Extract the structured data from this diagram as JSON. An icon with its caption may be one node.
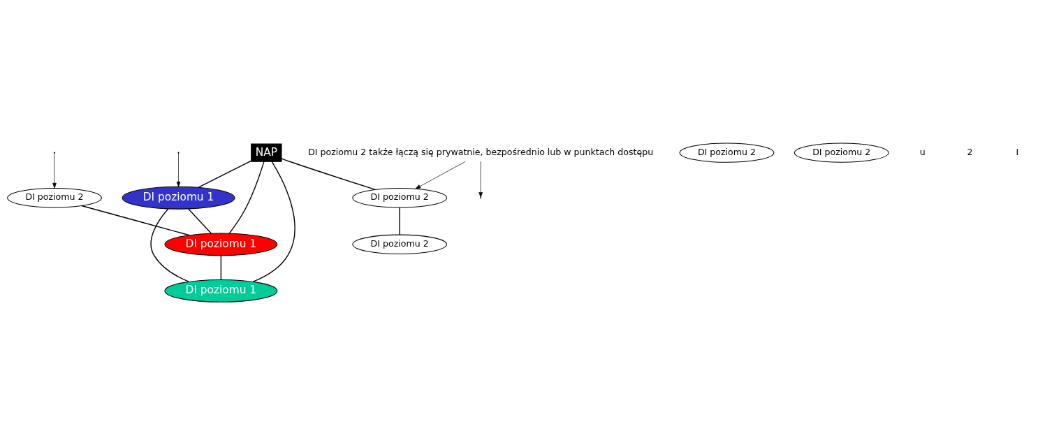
{
  "diagram": {
    "nodes": [
      {
        "text": [
          "DI poziomu 2"
        ]
      },
      {
        "text": [
          "DI poziomu 2"
        ]
      },
      {
        "text": [
          "DI poziomu 1"
        ]
      },
      {
        "text": [
          "NAP"
        ]
      },
      {
        "text": [
          "DI poziomu 1"
        ]
      },
      {
        "text": [
          "DI poziomu 1"
        ]
      },
      {
        "text": [
          "DI poziomu 2"
        ]
      },
      {
        "text": [
          "DI poziomu 2"
        ]
      },
      {
        "text": [
          "DI poziomu 2"
        ]
      },
      {
        "text": [
          "DI poziomu 2 także łączą się prywatnie, bezpośrednio lub w punktach dostępu"
        ]
      }
    ],
    "edges": [
      {
        "from": null,
        "to": 0,
        "arrow": "to"
      },
      {
        "from": null,
        "to": 2,
        "arrow": "to"
      },
      {
        "from": 9,
        "to": 1,
        "arrow": "to"
      },
      {
        "from": 9,
        "to": null,
        "arrow": "to"
      },
      {
        "from": 0,
        "to": 4,
        "arrow": "none"
      },
      {
        "from": 2,
        "to": 4,
        "arrow": "none"
      },
      {
        "from": 2,
        "to": 5,
        "arrow": "none"
      },
      {
        "from": 3,
        "to": 1,
        "arrow": "none"
      },
      {
        "from": 3,
        "to": 2,
        "arrow": "none"
      },
      {
        "from": 3,
        "to": 4,
        "arrow": "none"
      },
      {
        "from": 3,
        "to": 5,
        "arrow": "none"
      },
      {
        "from": 4,
        "to": 5,
        "arrow": "none"
      },
      {
        "from": 1,
        "to": 6,
        "arrow": "none"
      }
    ],
    "labels": [
      "u",
      "2",
      "I"
    ]
  }
}
